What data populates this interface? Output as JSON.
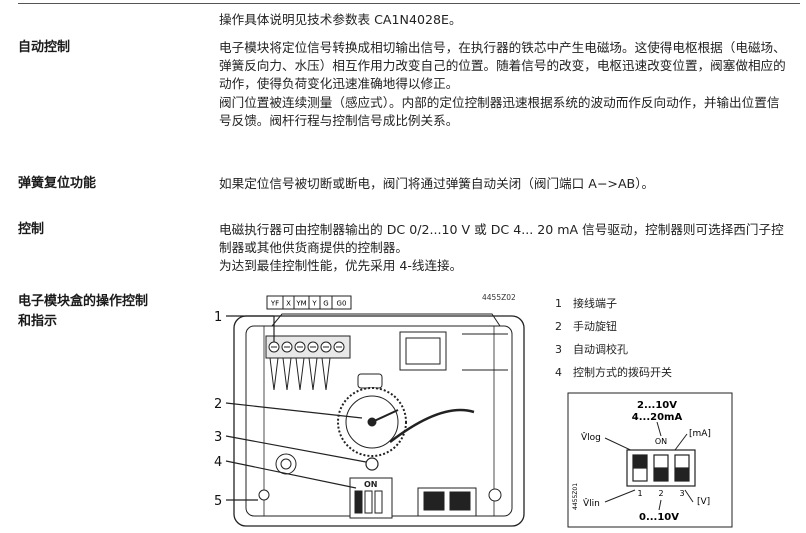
{
  "intro": "操作具体说明见技术参数表 CA1N4028E。",
  "sections": [
    {
      "label": "自动控制",
      "paragraphs": [
        "电子模块将定位信号转换成相切输出信号，在执行器的铁芯中产生电磁场。这使得电枢根据（电磁场、弹簧反向力、水压）相互作用力改变自己的位置。随着信号的改变，电枢迅速改变位置，阀塞做相应的动作，使得负荷变化迅速准确地得以修正。",
        "阀门位置被连续测量（感应式）。内部的定位控制器迅速根据系统的波动而作反向动作，并输出位置信号反馈。阀杆行程与控制信号成比例关系。"
      ]
    },
    {
      "label": "弹簧复位功能",
      "paragraphs": [
        "如果定位信号被切断或断电，阀门将通过弹簧自动关闭（阀门端口 A−>AB）。"
      ]
    },
    {
      "label": "控制",
      "paragraphs": [
        "电磁执行器可由控制器输出的 DC 0/2...10 V 或 DC 4... 20 mA 信号驱动，控制器则可选择西门子控制器或其他供货商提供的控制器。",
        "为达到最佳控制性能，优先采用 4-线连接。"
      ]
    }
  ],
  "module_section": {
    "label_line1": "电子模块盒的操作控制",
    "label_line2": "和指示"
  },
  "diagram": {
    "figure_id": "4455Z02",
    "terminals": [
      "YF",
      "X",
      "YM",
      "Y",
      "G",
      "G0"
    ],
    "callouts": [
      "1",
      "2",
      "3",
      "4",
      "5"
    ],
    "switch_on": "ON"
  },
  "legend": [
    {
      "num": "1",
      "text": "接线端子"
    },
    {
      "num": "2",
      "text": "手动旋钮"
    },
    {
      "num": "3",
      "text": "自动调校孔"
    },
    {
      "num": "4",
      "text": "控制方式的拨码开关"
    }
  ],
  "dip": {
    "top1": "2...10V",
    "top2": "4...20mA",
    "vlog": "V̂log",
    "ma": "[mA]",
    "on": "ON",
    "pos": [
      "1",
      "2",
      "3"
    ],
    "vlin": "V̂lin",
    "v": "[V]",
    "bottom": "0...10V",
    "figure_id": "4455Z01"
  }
}
